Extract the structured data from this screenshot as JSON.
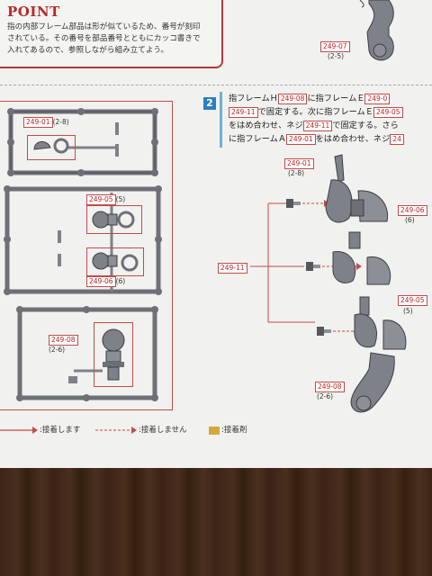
{
  "point": {
    "title": "POINT",
    "line1": "指の内部フレーム部品は形が似ているため、番号が刻印",
    "line2": "されている。その番号を部品番号とともにカッコ書きで",
    "line3": "入れてあるので、参照しながら組み立てよう。"
  },
  "top_part": {
    "code": "249-07",
    "sub": "(2-5)"
  },
  "runners": [
    {
      "code": "249-01",
      "sub": "(2-8)"
    },
    {
      "code": "249-05",
      "sub": "(5)"
    },
    {
      "code": "249-06",
      "sub": "(6)"
    },
    {
      "code": "249-08",
      "sub": "(2-6)"
    }
  ],
  "step": {
    "number": "2",
    "l1_a": "指フレームＨ",
    "l1_code1": "249-08",
    "l1_b": "に指フレームＥ",
    "l1_code2": "249-0",
    "l2_code": "249-11",
    "l2_a": "で固定する。次に指フレームＥ",
    "l2_code2": "249-05",
    "l3_a": "をはめ合わせ、ネジ",
    "l3_code": "249-11",
    "l3_b": "で固定する。さら",
    "l4_a": "に指フレームＡ",
    "l4_code": "249-01",
    "l4_b": "をはめ合わせ、ネジ",
    "l4_code2": "24"
  },
  "diagram": {
    "screw": {
      "code": "249-11"
    },
    "p01": {
      "code": "249-01",
      "sub": "(2-8)"
    },
    "p06": {
      "code": "249-06",
      "sub": "(6)"
    },
    "p05": {
      "code": "249-05",
      "sub": "(5)"
    },
    "p08": {
      "code": "249-08",
      "sub": "(2-6)"
    }
  },
  "legend": {
    "solid": ":接着します",
    "dashed": ":接着しません",
    "glue": ":接着剤"
  },
  "colors": {
    "accent_red": "#b03a3a",
    "step_blue": "#2d7fbf",
    "part_gray": "#7f8188",
    "glue": "#d6a83a"
  }
}
